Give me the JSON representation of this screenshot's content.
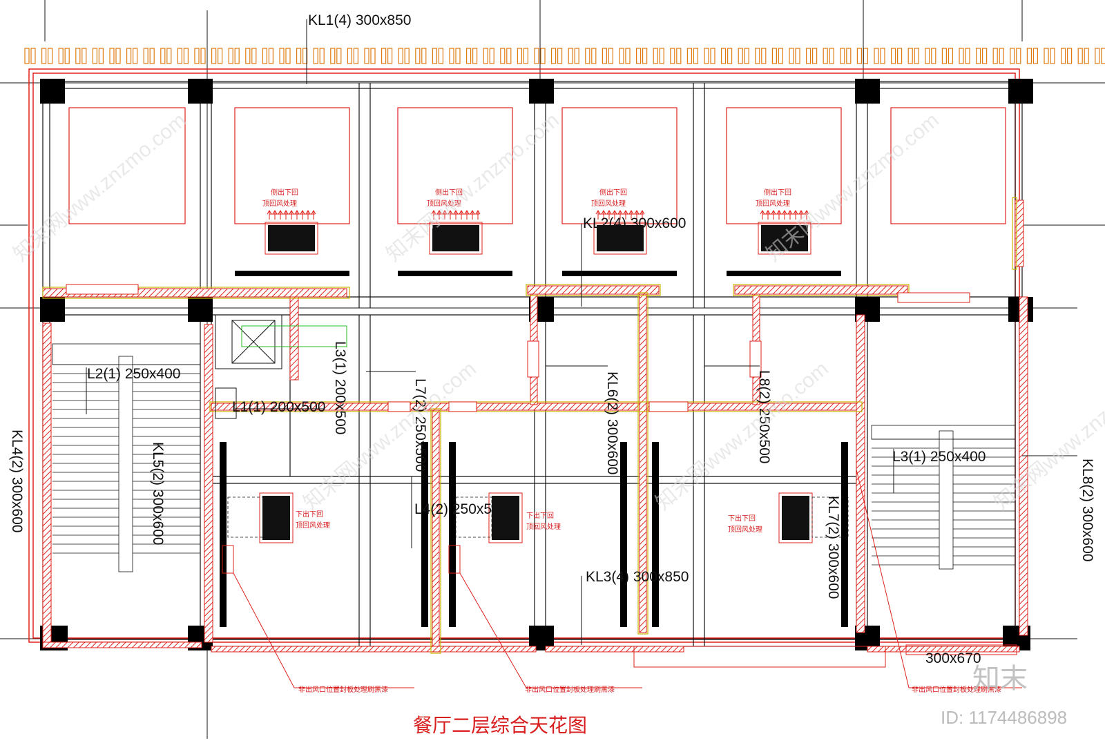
{
  "title": "餐厅二层综合天花图",
  "beam_labels": {
    "kl1": "KL1(4) 300x850",
    "kl2": "KL2(4) 300x600",
    "kl3": "KL3(4) 300x850",
    "kl4": "KL4(2) 300x600",
    "kl5": "KL5(2) 300x600",
    "kl6": "KL6(2) 300x600",
    "kl7": "KL7(2) 300x600",
    "kl8": "KL8(2) 300x600",
    "l1": "L1(1) 200x500",
    "l2": "L2(1) 250x400",
    "l3_vertical": "L3(1) 200x500",
    "l3_right": "L3(1) 250x400",
    "l4": "L4(2) 250x500",
    "l7": "L7(2) 250x500",
    "l8": "L8(2) 250x500",
    "dim_bottom": "300x670"
  },
  "notes": {
    "side_out_top_return_1": "侧出下回",
    "side_out_top_return_2": "顶回风处理",
    "down_out_return_1": "下出下回",
    "down_out_return_2": "顶回风处理",
    "panel_paint": "非出风口位置封板处理刷黑漆"
  },
  "watermark": {
    "logo": "知末",
    "id": "ID: 1174486898",
    "diag": "知末网www.znzmo.com"
  },
  "colors": {
    "line": "#111111",
    "red": "#e0201b",
    "yellow": "#c8b400",
    "orange": "#e07a10",
    "green": "#1fbf1f",
    "title": "#d81e1e"
  }
}
